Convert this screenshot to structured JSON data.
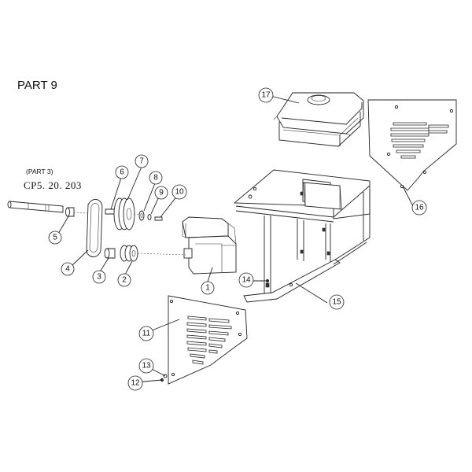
{
  "title": "PART 9",
  "reference": {
    "label": "(PART 3)",
    "code": "CP5. 20. 203"
  },
  "callouts": [
    "1",
    "2",
    "3",
    "4",
    "5",
    "6",
    "7",
    "8",
    "9",
    "10",
    "11",
    "12",
    "13",
    "14",
    "15",
    "16",
    "17"
  ]
}
